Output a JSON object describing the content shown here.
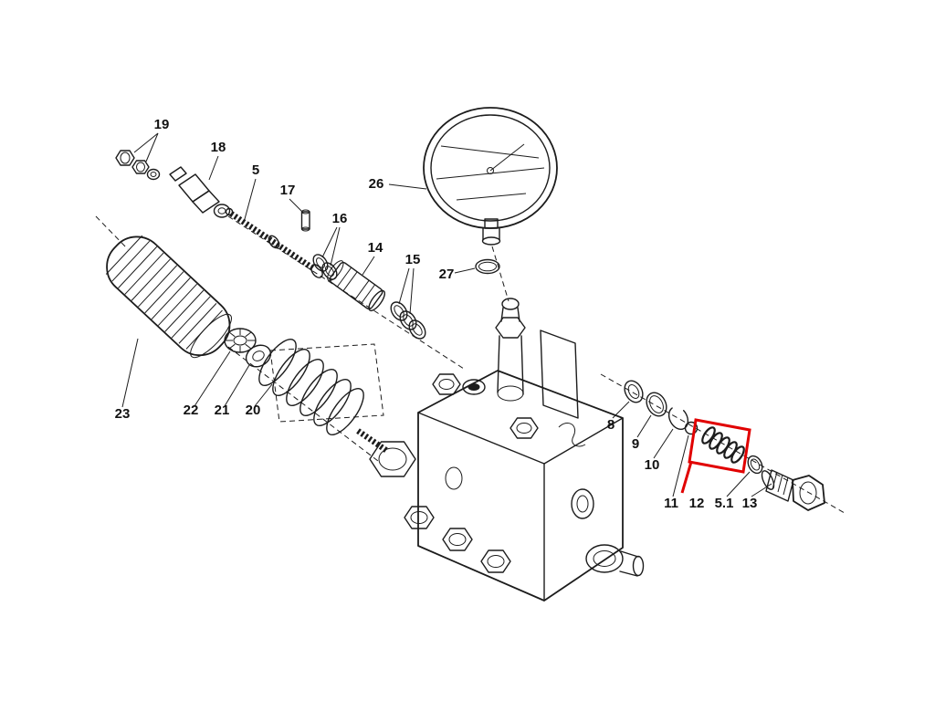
{
  "diagram": {
    "type": "exploded-parts-diagram",
    "description": "Exploded parts view of a hydraulic control valve with pressure gauge; part 12 (spring) highlighted in red",
    "background_color": "#ffffff",
    "line_color": "#1c1c1c",
    "highlight_color": "#e10000",
    "highlighted_part": "12",
    "parts": [
      {
        "label": "19"
      },
      {
        "label": "18"
      },
      {
        "label": "5"
      },
      {
        "label": "17"
      },
      {
        "label": "16"
      },
      {
        "label": "14"
      },
      {
        "label": "15"
      },
      {
        "label": "26"
      },
      {
        "label": "27"
      },
      {
        "label": "8"
      },
      {
        "label": "9"
      },
      {
        "label": "10"
      },
      {
        "label": "11"
      },
      {
        "label": "12"
      },
      {
        "label": "5.1"
      },
      {
        "label": "13"
      },
      {
        "label": "23"
      },
      {
        "label": "22"
      },
      {
        "label": "21"
      },
      {
        "label": "20"
      }
    ]
  }
}
